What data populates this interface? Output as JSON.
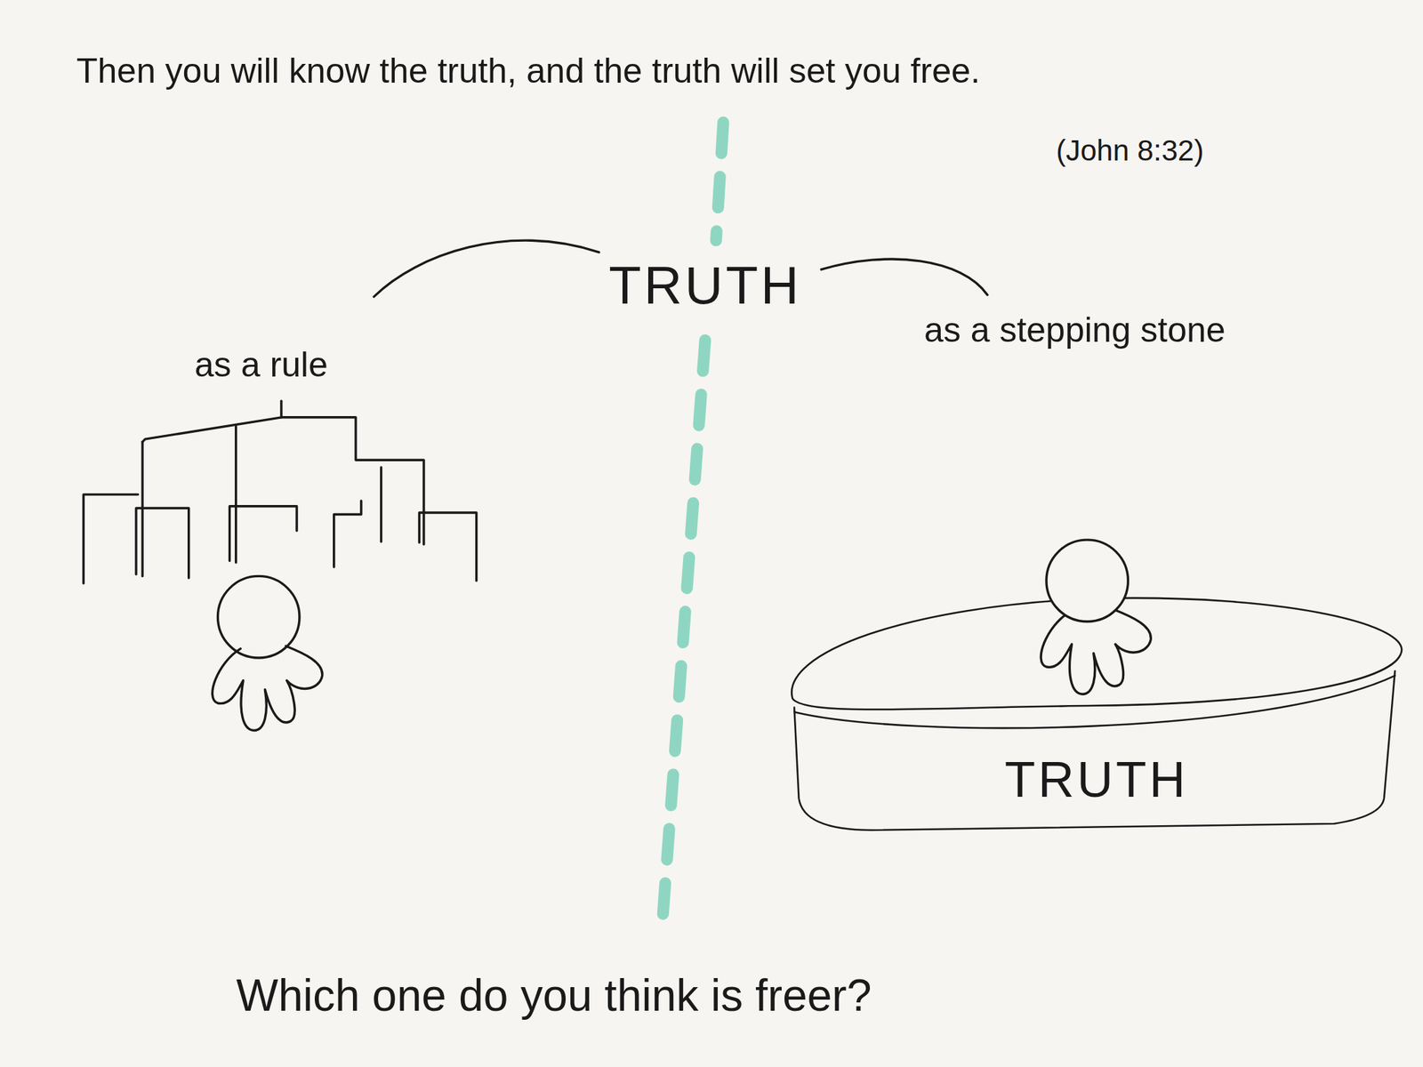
{
  "diagram": {
    "title": "Then you will know the truth, and the truth will set you free.",
    "caption": "Which one do you think is freer?",
    "nodes": [
      {
        "text": [
          "TRUTH"
        ]
      }
    ],
    "labels": [
      "(John 8:32)",
      "TRUTH",
      "as a rule",
      "as a stepping stone"
    ]
  }
}
